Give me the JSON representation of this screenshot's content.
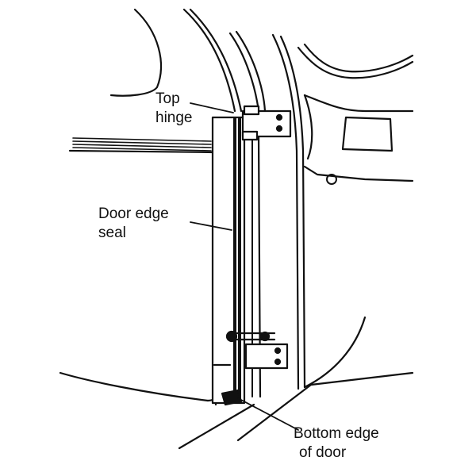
{
  "labels": {
    "top_hinge": [
      "Top",
      "hinge"
    ],
    "door_edge_seal": [
      "Door edge",
      "seal"
    ],
    "bottom_edge": [
      "Bottom edge",
      "of door"
    ]
  },
  "colors": {
    "ink": "#111111",
    "paper": "#ffffff"
  }
}
